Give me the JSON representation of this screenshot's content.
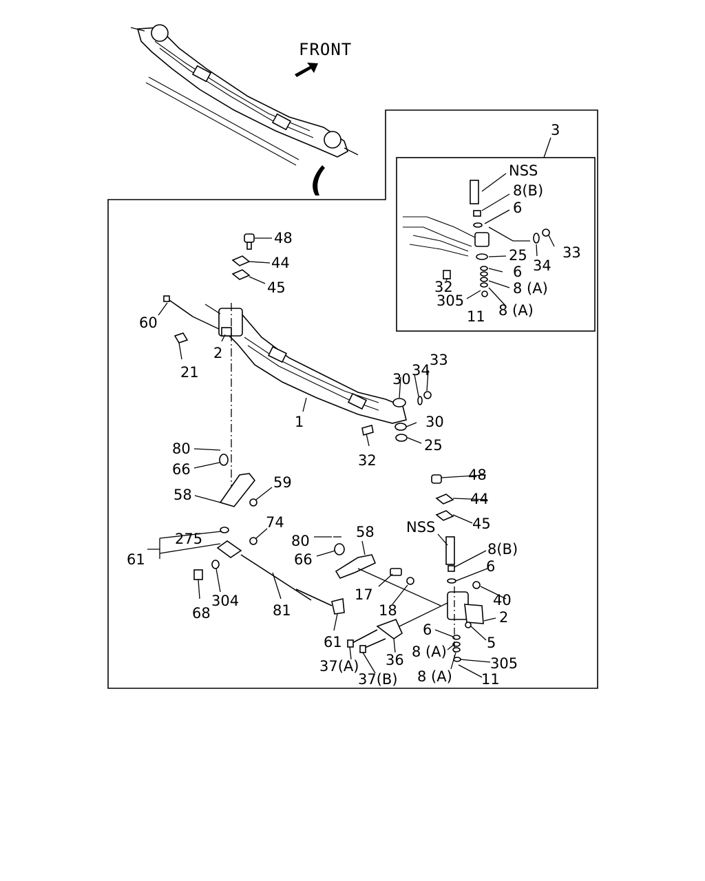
{
  "header": {
    "front_label": "FRONT"
  },
  "inset": {
    "ref": "3",
    "callouts": {
      "nss": "NSS",
      "8b": "8(B)",
      "6a": "6",
      "33": "33",
      "34": "34",
      "25": "25",
      "6b": "6",
      "8a1": "8 (A)",
      "32": "32",
      "305": "305",
      "11": "11",
      "8a2": "8 (A)"
    }
  },
  "main": {
    "callouts": {
      "48a": "48",
      "44a": "44",
      "45a": "45",
      "60": "60",
      "2a": "2",
      "21": "21",
      "1": "1",
      "30a": "30",
      "34": "34",
      "33": "33",
      "30b": "30",
      "25": "25",
      "32": "32",
      "80a": "80",
      "66a": "66",
      "59": "59",
      "58a": "58",
      "275": "275",
      "74": "74",
      "61a": "61",
      "68": "68",
      "304": "304",
      "81": "81",
      "61b": "61",
      "80b": "80",
      "58b": "58",
      "66b": "66",
      "17": "17",
      "18": "18",
      "48b": "48",
      "44b": "44",
      "45b": "45",
      "nss": "NSS",
      "8b": "8(B)",
      "6a": "6",
      "40": "40",
      "2b": "2",
      "5": "5",
      "6b": "6",
      "8a1": "8 (A)",
      "305": "305",
      "8a2": "8 (A)",
      "11": "11",
      "36": "36",
      "37a": "37(A)",
      "37b": "37(B)"
    }
  }
}
